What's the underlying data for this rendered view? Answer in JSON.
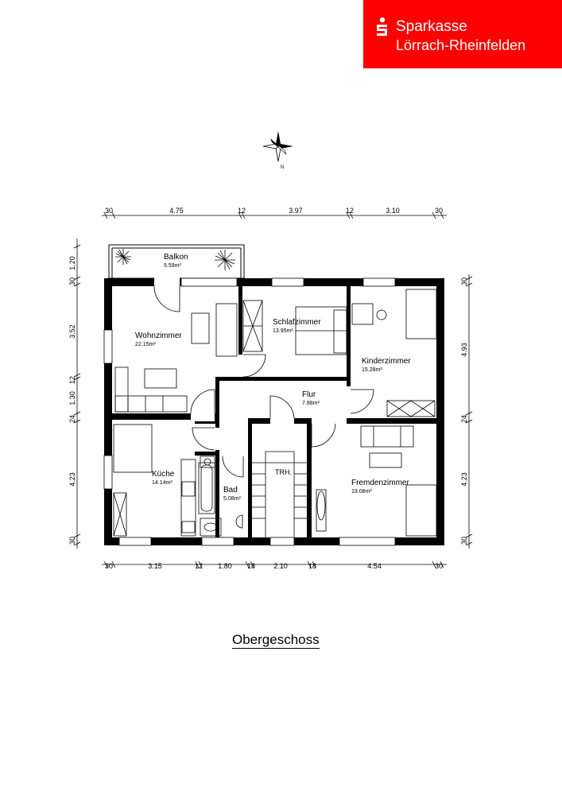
{
  "brand": {
    "line1": "Sparkasse",
    "line2": "Lörrach-Rheinfelden",
    "color": "#ff0000"
  },
  "compass": {
    "north_label": "N"
  },
  "floor_title": "Obergeschoss",
  "rooms": {
    "balkon": {
      "name": "Balkon",
      "area": "5.59m²"
    },
    "wohnzimmer": {
      "name": "Wohnzimmer",
      "area": "22.15m²"
    },
    "schlafzimmer": {
      "name": "Schlafzimmer",
      "area": "13.95m²"
    },
    "kinderzimmer": {
      "name": "Kinderzimmer",
      "area": "15.28m²"
    },
    "flur": {
      "name": "Flur",
      "area": "7.88m²"
    },
    "kueche": {
      "name": "Küche",
      "area": "14.14m²"
    },
    "bad": {
      "name": "Bad",
      "area": "5.08m²"
    },
    "treppenhaus": {
      "name": "TRH."
    },
    "fremdenzimmer": {
      "name": "Fremdenzimmer",
      "area": "19.08m²"
    }
  },
  "dimensions": {
    "top": [
      "30",
      "4.75",
      "12",
      "3.97",
      "12",
      "3.10",
      "30"
    ],
    "bottom": [
      "30",
      "3.15",
      "12",
      "1.80",
      "18",
      "2.10",
      "18",
      "4.54",
      "30"
    ],
    "left": [
      "1.20",
      "30",
      "3.52",
      "12",
      "1.30",
      "24",
      "4.23",
      "30"
    ],
    "right": [
      "30",
      "4.93",
      "24",
      "4.23",
      "30"
    ]
  }
}
